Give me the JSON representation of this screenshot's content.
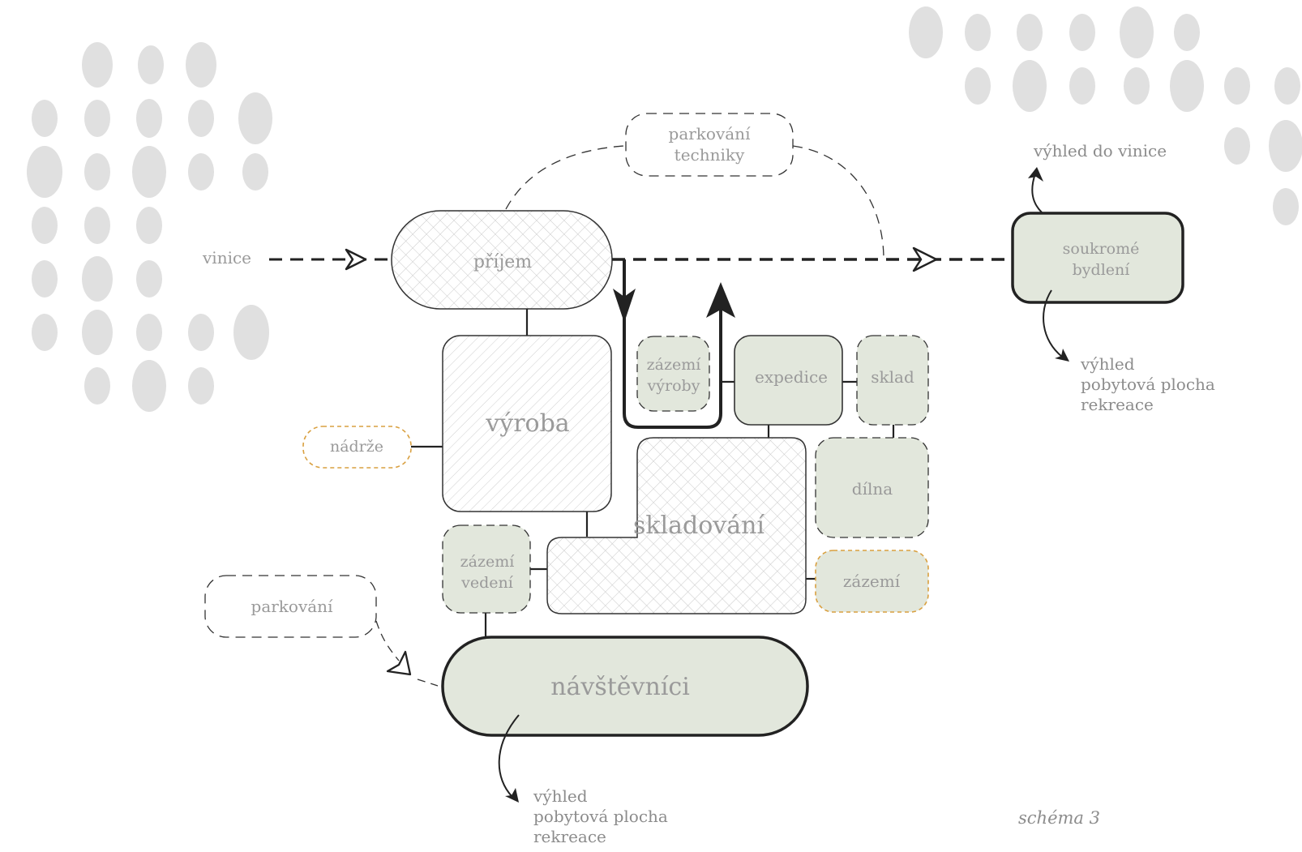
{
  "labels": {
    "vinice": "vinice",
    "parkovani_techniky": [
      "parkování",
      "techniky"
    ],
    "prijem": "příjem",
    "vyroba": "výroba",
    "nadrze": "nádrže",
    "zazemi_vyroby": [
      "zázemí",
      "výroby"
    ],
    "expedice": "expedice",
    "sklad": "sklad",
    "skladovani": "skladování",
    "dilna": "dílna",
    "zazemi_vedeni": [
      "zázemí",
      "vedení"
    ],
    "zazemi": "zázemí",
    "parkovani": "parkování",
    "navstevnici": "návštěvníci",
    "soukrome_bydleni": [
      "soukromé",
      "bydlení"
    ],
    "vyhled_vinice": "výhled do vinice",
    "vyhled_right": [
      "výhled",
      "pobytová plocha",
      "rekreace"
    ],
    "vyhled_bottom": [
      "výhled",
      "pobytová plocha",
      "rekreace"
    ],
    "caption": "schéma 3"
  },
  "colors": {
    "fill_green": "#e2e7dc",
    "stroke_dark": "#222222",
    "dash_orange": "#d9a040",
    "dot_grey": "#e0e0e0",
    "text_grey": "#9a9a9a"
  }
}
